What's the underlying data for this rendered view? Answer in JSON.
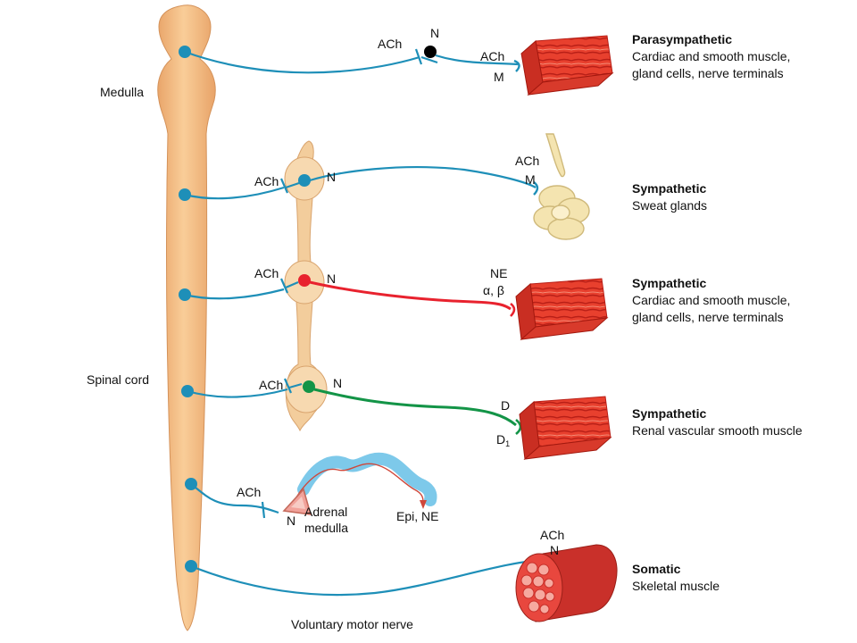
{
  "labels": {
    "medulla": "Medulla",
    "spinal_cord": "Spinal cord",
    "voluntary_motor_nerve": "Voluntary motor nerve"
  },
  "pathways": [
    {
      "title": "Parasympathetic",
      "lines": [
        "Cardiac and smooth muscle,",
        "gland cells, nerve terminals"
      ],
      "pre_label": "ACh",
      "ganglion_label": "N",
      "post_label": "ACh",
      "receptor_label": "M",
      "colors": {
        "fiber": "#1e8fb8",
        "ganglion": "#000000"
      }
    },
    {
      "title": "Sympathetic",
      "lines": [
        "Sweat glands"
      ],
      "pre_label": "ACh",
      "ganglion_label": "N",
      "post_label": "ACh",
      "receptor_label": "M",
      "colors": {
        "fiber": "#1e8fb8",
        "ganglion": "#1e8fb8"
      }
    },
    {
      "title": "Sympathetic",
      "lines": [
        "Cardiac and smooth muscle,",
        "gland cells, nerve terminals"
      ],
      "pre_label": "ACh",
      "ganglion_label": "N",
      "post_label": "NE",
      "receptor_label": "α, β",
      "colors": {
        "fiber": "#e8222e",
        "ganglion": "#e8222e"
      }
    },
    {
      "title": "Sympathetic",
      "lines": [
        "Renal vascular smooth muscle"
      ],
      "pre_label": "ACh",
      "ganglion_label": "N",
      "post_label": "D",
      "receptor_label": "D",
      "receptor_subscript": "1",
      "colors": {
        "fiber": "#139447",
        "ganglion": "#139447"
      }
    },
    {
      "pre_label": "ACh",
      "ganglion_label": "N",
      "target_lines": [
        "Adrenal",
        "medulla"
      ],
      "release_label": "Epi, NE",
      "colors": {
        "fiber": "#1e8fb8",
        "bloodstream": "#6fc3e8"
      }
    },
    {
      "title": "Somatic",
      "lines": [
        "Skeletal muscle"
      ],
      "post_label": "ACh",
      "receptor_label": "N",
      "colors": {
        "fiber": "#1e8fb8"
      }
    }
  ],
  "colors": {
    "spinal_cord": "#f7c48e",
    "muscle": "#e8402e",
    "gland": "#f4e4b0",
    "node": "#1e8fb8"
  }
}
